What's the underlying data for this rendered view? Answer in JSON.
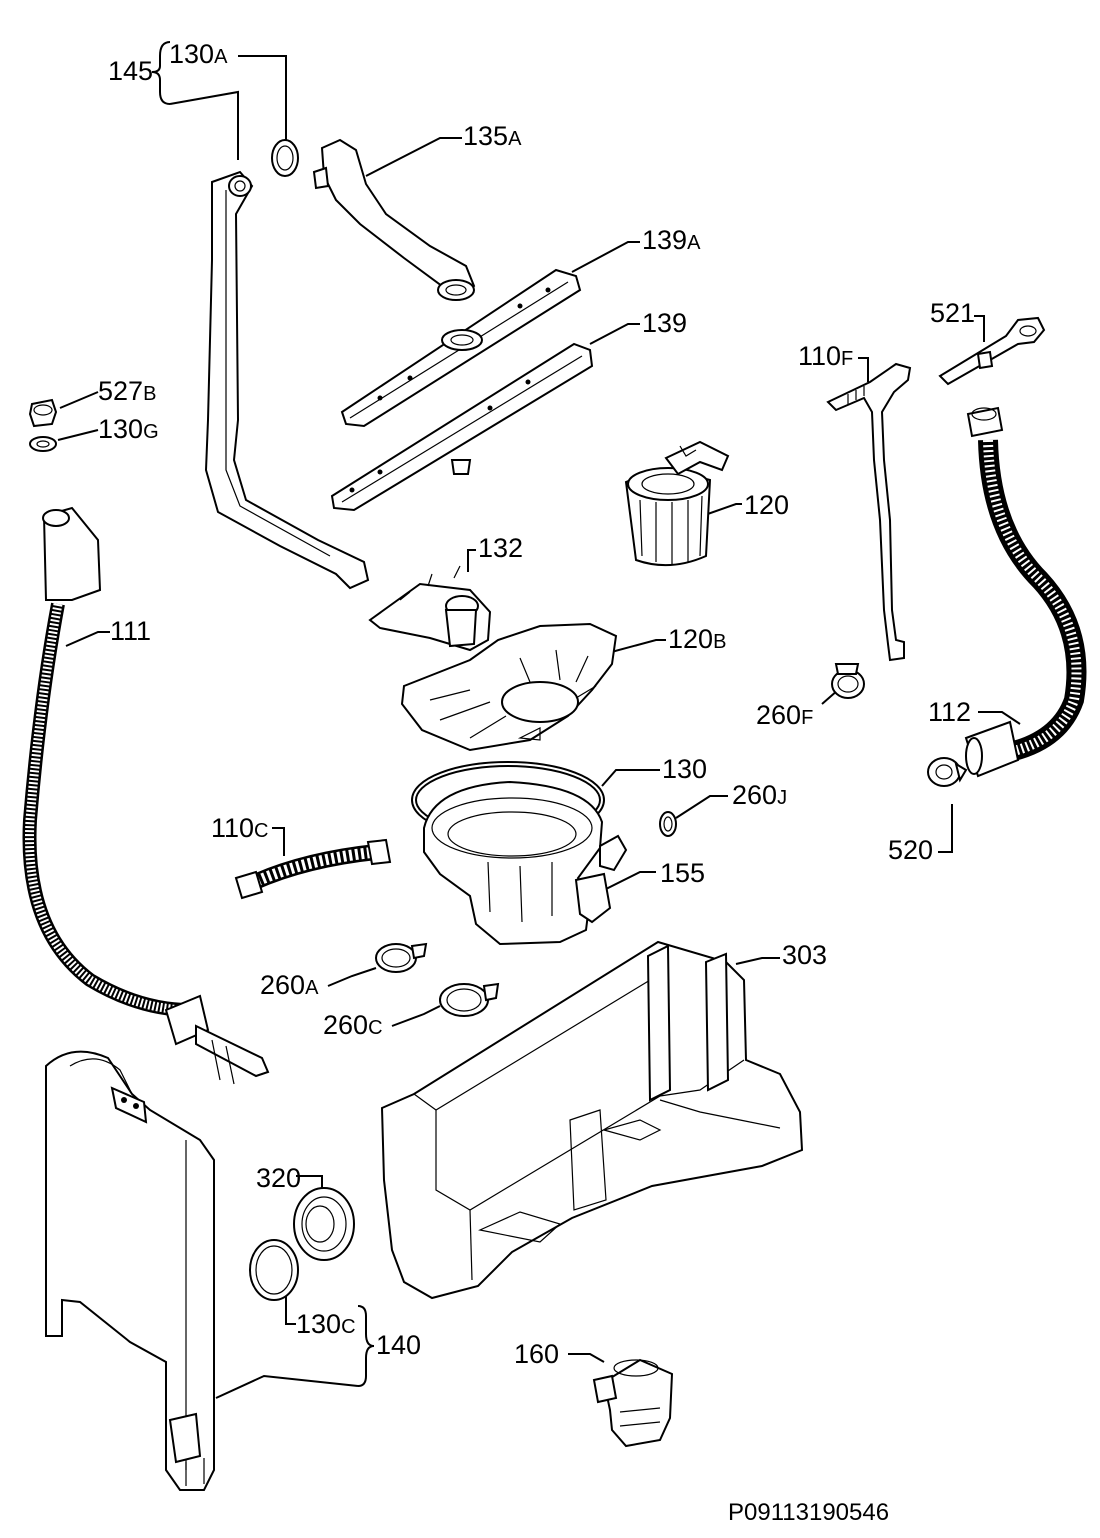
{
  "document_id": "P09113190546",
  "callouts": [
    {
      "id": "c145",
      "num": "145",
      "suffix": ""
    },
    {
      "id": "c130A",
      "num": "130",
      "suffix": "A"
    },
    {
      "id": "c135A",
      "num": "135",
      "suffix": "A"
    },
    {
      "id": "c139A",
      "num": "139",
      "suffix": "A"
    },
    {
      "id": "c139",
      "num": "139",
      "suffix": ""
    },
    {
      "id": "c527B",
      "num": "527",
      "suffix": "B"
    },
    {
      "id": "c130G",
      "num": "130",
      "suffix": "G"
    },
    {
      "id": "c521",
      "num": "521",
      "suffix": ""
    },
    {
      "id": "c110F",
      "num": "110",
      "suffix": "F"
    },
    {
      "id": "c120",
      "num": "120",
      "suffix": ""
    },
    {
      "id": "c132",
      "num": "132",
      "suffix": ""
    },
    {
      "id": "c111",
      "num": "111",
      "suffix": ""
    },
    {
      "id": "c120B",
      "num": "120",
      "suffix": "B"
    },
    {
      "id": "c260F",
      "num": "260",
      "suffix": "F"
    },
    {
      "id": "c112",
      "num": "112",
      "suffix": ""
    },
    {
      "id": "c130",
      "num": "130",
      "suffix": ""
    },
    {
      "id": "c260J",
      "num": "260",
      "suffix": "J"
    },
    {
      "id": "c110C",
      "num": "110",
      "suffix": "C"
    },
    {
      "id": "c520",
      "num": "520",
      "suffix": ""
    },
    {
      "id": "c155",
      "num": "155",
      "suffix": ""
    },
    {
      "id": "c303",
      "num": "303",
      "suffix": ""
    },
    {
      "id": "c260A",
      "num": "260",
      "suffix": "A"
    },
    {
      "id": "c260C",
      "num": "260",
      "suffix": "C"
    },
    {
      "id": "c320",
      "num": "320",
      "suffix": ""
    },
    {
      "id": "c130C",
      "num": "130",
      "suffix": "C"
    },
    {
      "id": "c140",
      "num": "140",
      "suffix": ""
    },
    {
      "id": "c160",
      "num": "160",
      "suffix": ""
    }
  ]
}
